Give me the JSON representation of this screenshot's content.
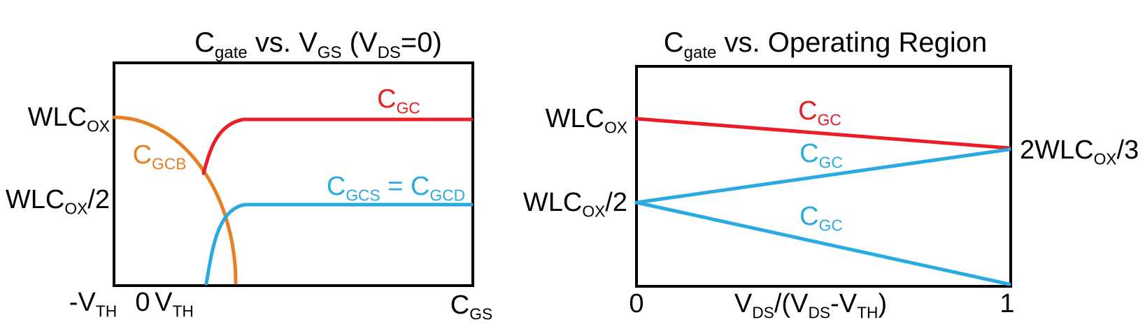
{
  "colors": {
    "red": "#EC1C24",
    "orange": "#E87E22",
    "cyan": "#29ABE2",
    "axis": "#000000",
    "background": "#FFFFFF"
  },
  "chart_data": [
    {
      "type": "line",
      "title": "C_gate vs. V_GS (V_DS=0)",
      "x_tick_labels": [
        "-V_TH",
        "0",
        "V_TH"
      ],
      "x_axis_end_label": "C_GS",
      "y_tick_labels": [
        "WLC_OX",
        "WLC_OX/2"
      ],
      "x_unit": "V_TH",
      "y_unit": "WLC_OX",
      "grid": false,
      "legend_position": "inline curve labels",
      "series": [
        {
          "name": "C_GCB",
          "color": "#E87E22",
          "shape": "quarter-ellipse falling from y-axis to x-axis",
          "x_VTH_units": [
            -1,
            0,
            1.9,
            2.9
          ],
          "y_WLCOX_units": [
            1,
            0.85,
            0.67,
            0
          ]
        },
        {
          "name": "C_GC",
          "color": "#EC1C24",
          "shape": "branches off C_GCB near V_TH, saturates at plateau",
          "x_VTH_units": [
            1.9,
            3.2,
            10.4
          ],
          "y_WLCOX_units": [
            0.67,
            1,
            1
          ]
        },
        {
          "name": "C_GCS = C_GCD",
          "color": "#29ABE2",
          "shape": "rises from zero at V_TH, saturates at plateau",
          "x_VTH_units": [
            2.0,
            3.2,
            10.4
          ],
          "y_WLCOX_units": [
            0,
            0.5,
            0.5
          ]
        }
      ]
    },
    {
      "type": "line",
      "title": "C_gate vs. Operating Region",
      "xlabel": "V_DS/(V_DS-V_TH)",
      "x_tick_labels": [
        "0",
        "1"
      ],
      "xlim": [
        0,
        1
      ],
      "y_tick_labels": [
        "WLC_OX",
        "WLC_OX/2"
      ],
      "y_right_label": "2WLC_OX/3",
      "y_unit": "WLC_OX",
      "grid": false,
      "series": [
        {
          "label": "C_GC",
          "color": "#EC1C24",
          "x": [
            0,
            1
          ],
          "y_WLCOX_units": [
            1,
            0.667
          ]
        },
        {
          "label": "C_GC",
          "color": "#29ABE2",
          "x": [
            0,
            1
          ],
          "y_WLCOX_units": [
            0.5,
            0.667
          ]
        },
        {
          "label": "C_GC",
          "color": "#29ABE2",
          "x": [
            0,
            1
          ],
          "y_WLCOX_units": [
            0.5,
            0
          ]
        }
      ]
    }
  ],
  "text": {
    "left": {
      "title": {
        "p1": "C",
        "s1": "gate",
        "p2": " vs. V",
        "s2": "GS",
        "p3": " (V",
        "s3": "DS",
        "p4": "=0)"
      },
      "y1": {
        "p1": "WLC",
        "s1": "OX"
      },
      "y2": {
        "p1": "WLC",
        "s1": "OX",
        "p2": "/2"
      },
      "x1": {
        "p1": "-V",
        "s1": "TH"
      },
      "x2": {
        "p1": "0"
      },
      "x3": {
        "p1": "V",
        "s1": "TH"
      },
      "x4": {
        "p1": "C",
        "s1": "GS"
      },
      "curve_red": {
        "p1": "C",
        "s1": "GC"
      },
      "curve_orange": {
        "p1": "C",
        "s1": "GCB"
      },
      "curve_cyan": {
        "p1": "C",
        "s1": "GCS",
        "p2": " = C",
        "s2": "GCD"
      }
    },
    "right": {
      "title": {
        "p1": "C",
        "s1": "gate",
        "p2": " vs. Operating Region"
      },
      "y1": {
        "p1": "WLC",
        "s1": "OX"
      },
      "y2": {
        "p1": "WLC",
        "s1": "OX",
        "p2": "/2"
      },
      "yr": {
        "p1": "2WLC",
        "s1": "OX",
        "p2": "/3"
      },
      "x1": {
        "p1": "0"
      },
      "xlabel": {
        "p1": "V",
        "s1": "DS",
        "p2": "/(V",
        "s2": "DS",
        "p3": "-V",
        "s3": "TH",
        "p4": ")"
      },
      "x2": {
        "p1": "1"
      },
      "label_red": {
        "p1": "C",
        "s1": "GC"
      },
      "label_cyan_upper": {
        "p1": "C",
        "s1": "GC"
      },
      "label_cyan_lower": {
        "p1": "C",
        "s1": "GC"
      }
    }
  }
}
